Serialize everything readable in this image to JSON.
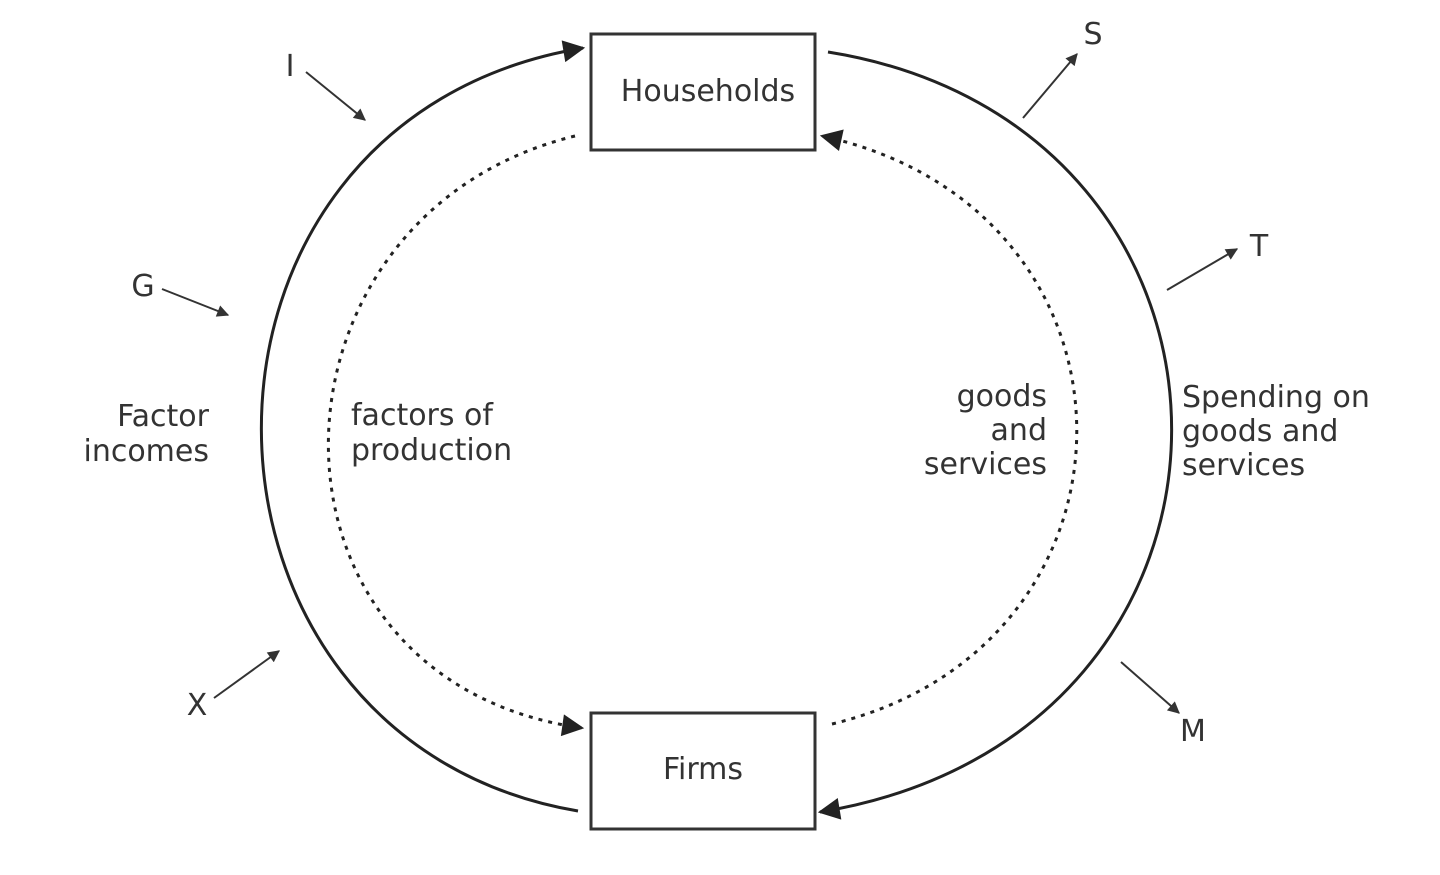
{
  "nodes": {
    "households": "Households",
    "firms": "Firms"
  },
  "flows": {
    "factor_incomes": [
      "Factor",
      "incomes"
    ],
    "factors_of_production": [
      "factors of",
      "production"
    ],
    "goods_and_services": [
      "goods",
      "and",
      "services"
    ],
    "spending": [
      "Spending on",
      "goods and",
      "services"
    ]
  },
  "injections": {
    "investment": "I",
    "government": "G",
    "exports": "X"
  },
  "withdrawals": {
    "savings": "S",
    "taxes": "T",
    "imports": "M"
  },
  "colors": {
    "line": "#222222",
    "text": "#333333"
  }
}
